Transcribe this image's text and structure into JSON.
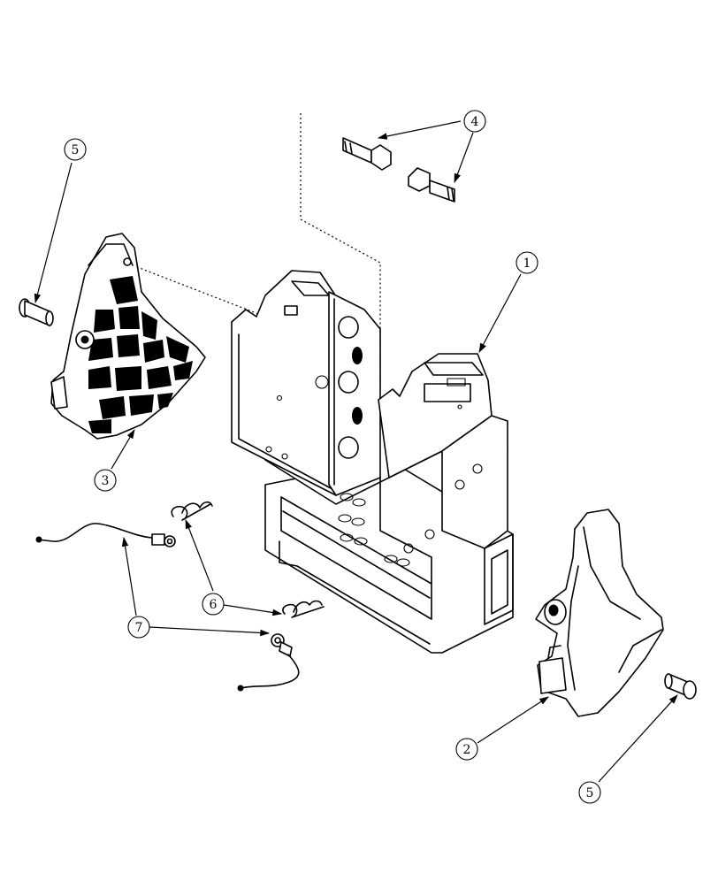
{
  "diagram": {
    "callouts": [
      {
        "id": "c1",
        "label": "1"
      },
      {
        "id": "c2",
        "label": "2"
      },
      {
        "id": "c3",
        "label": "3"
      },
      {
        "id": "c4",
        "label": "4"
      },
      {
        "id": "c5a",
        "label": "5"
      },
      {
        "id": "c5b",
        "label": "5"
      },
      {
        "id": "c6",
        "label": "6"
      },
      {
        "id": "c7",
        "label": "7"
      }
    ],
    "colors": {
      "ink": "#000000",
      "paper": "#ffffff"
    }
  }
}
